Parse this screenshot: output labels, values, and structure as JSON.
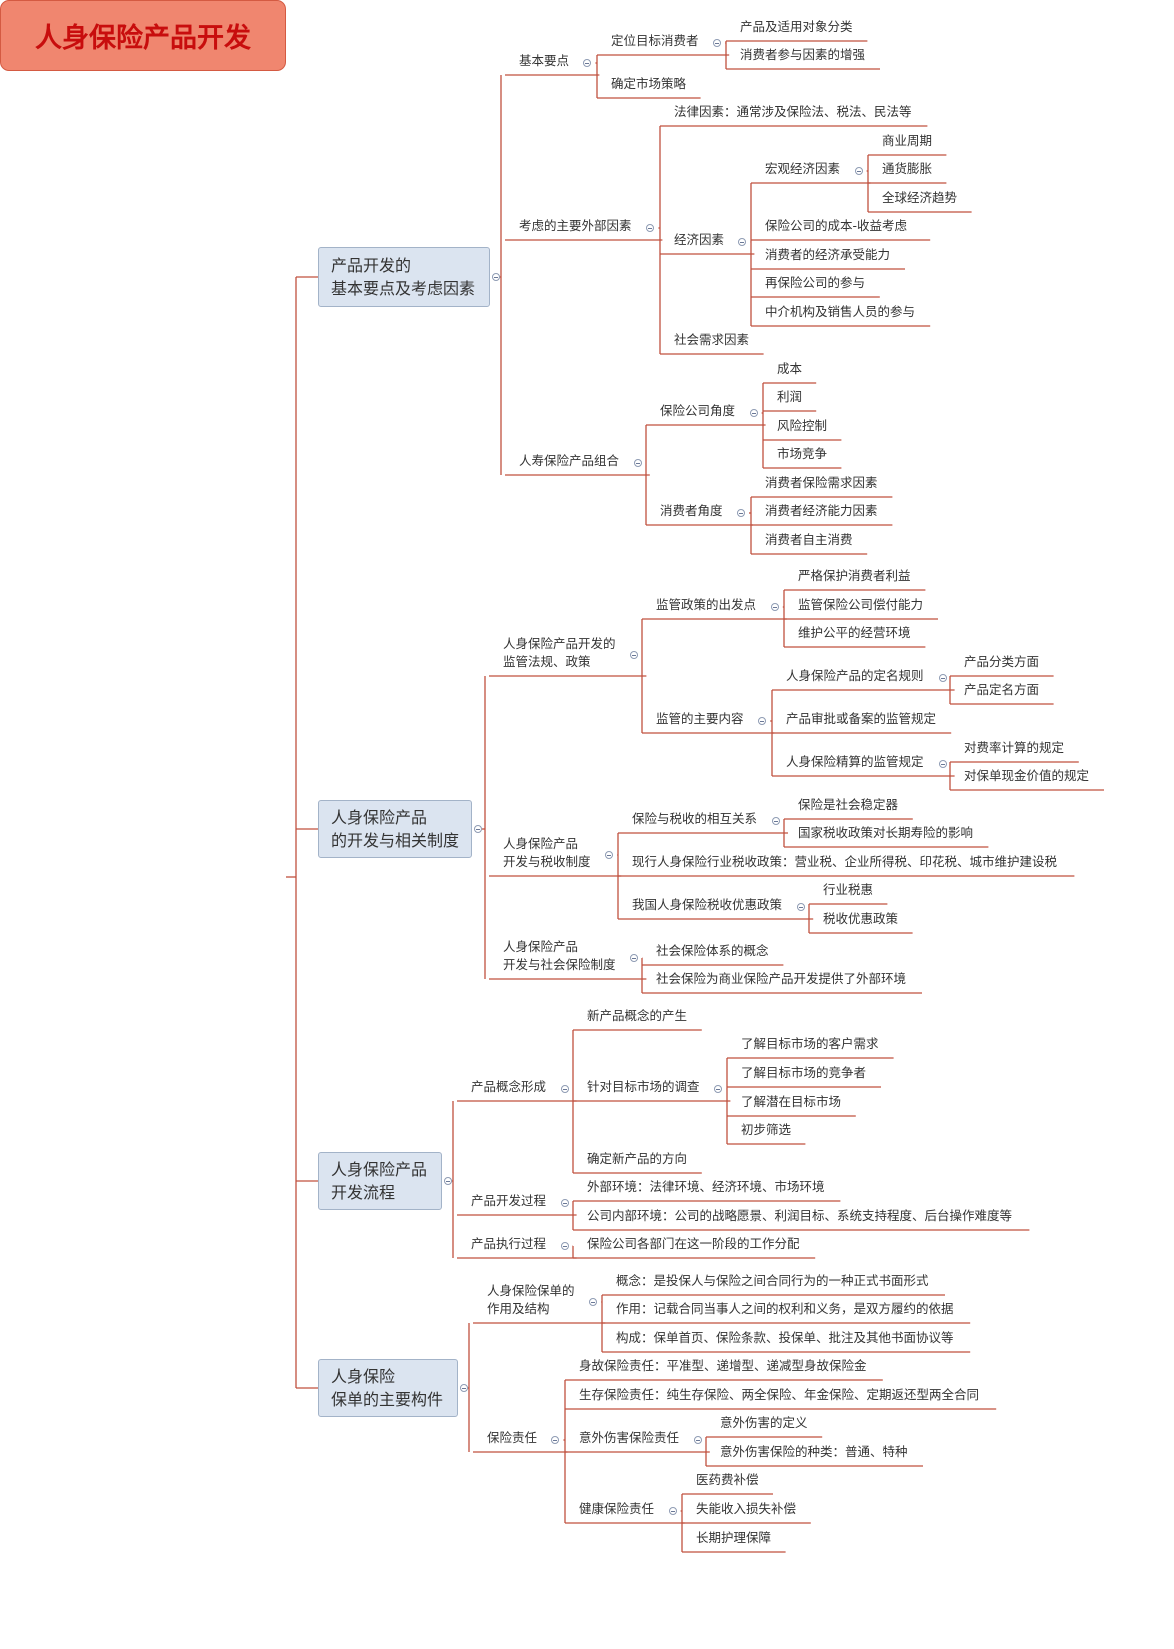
{
  "root": {
    "label": "人身保险产品开发"
  },
  "colors": {
    "line": "#c0503f",
    "root_fill": "#f0866f",
    "root_text": "#c80d0d",
    "topic_fill": "#dbe4f0"
  },
  "topics": [
    {
      "label": "产品开发的\n基本要点及考虑因素",
      "children": [
        {
          "label": "基本要点",
          "children": [
            {
              "label": "定位目标消费者",
              "children": [
                {
                  "label": "产品及适用对象分类"
                },
                {
                  "label": "消费者参与因素的增强"
                }
              ]
            },
            {
              "label": "确定市场策略"
            }
          ]
        },
        {
          "label": "考虑的主要外部因素",
          "children": [
            {
              "label": "法律因素：通常涉及保险法、税法、民法等"
            },
            {
              "label": "经济因素",
              "children": [
                {
                  "label": "宏观经济因素",
                  "children": [
                    {
                      "label": "商业周期"
                    },
                    {
                      "label": "通货膨胀"
                    },
                    {
                      "label": "全球经济趋势"
                    }
                  ]
                },
                {
                  "label": "保险公司的成本-收益考虑"
                },
                {
                  "label": "消费者的经济承受能力"
                },
                {
                  "label": "再保险公司的参与"
                },
                {
                  "label": "中介机构及销售人员的参与"
                }
              ]
            },
            {
              "label": "社会需求因素"
            }
          ]
        },
        {
          "label": "人寿保险产品组合",
          "children": [
            {
              "label": "保险公司角度",
              "children": [
                {
                  "label": "成本"
                },
                {
                  "label": "利润"
                },
                {
                  "label": "风险控制"
                },
                {
                  "label": "市场竞争"
                }
              ]
            },
            {
              "label": "消费者角度",
              "children": [
                {
                  "label": "消费者保险需求因素"
                },
                {
                  "label": "消费者经济能力因素"
                },
                {
                  "label": "消费者自主消费"
                }
              ]
            }
          ]
        }
      ]
    },
    {
      "label": "人身保险产品\n的开发与相关制度",
      "children": [
        {
          "label": "人身保险产品开发的\n监管法规、政策",
          "children": [
            {
              "label": "监管政策的出发点",
              "children": [
                {
                  "label": "严格保护消费者利益"
                },
                {
                  "label": "监管保险公司偿付能力"
                },
                {
                  "label": "维护公平的经营环境"
                }
              ]
            },
            {
              "label": "监管的主要内容",
              "children": [
                {
                  "label": "人身保险产品的定名规则",
                  "children": [
                    {
                      "label": "产品分类方面"
                    },
                    {
                      "label": "产品定名方面"
                    }
                  ]
                },
                {
                  "label": "产品审批或备案的监管规定"
                },
                {
                  "label": "人身保险精算的监管规定",
                  "children": [
                    {
                      "label": "对费率计算的规定"
                    },
                    {
                      "label": "对保单现金价值的规定"
                    }
                  ]
                }
              ]
            }
          ]
        },
        {
          "label": "人身保险产品\n开发与税收制度",
          "children": [
            {
              "label": "保险与税收的相互关系",
              "children": [
                {
                  "label": "保险是社会稳定器"
                },
                {
                  "label": "国家税收政策对长期寿险的影响"
                }
              ]
            },
            {
              "label": "现行人身保险行业税收政策：营业税、企业所得税、印花税、城市维护建设税"
            },
            {
              "label": "我国人身保险税收优惠政策",
              "children": [
                {
                  "label": "行业税惠"
                },
                {
                  "label": "税收优惠政策"
                }
              ]
            }
          ]
        },
        {
          "label": "人身保险产品\n开发与社会保险制度",
          "children": [
            {
              "label": "社会保险体系的概念"
            },
            {
              "label": "社会保险为商业保险产品开发提供了外部环境"
            }
          ]
        }
      ]
    },
    {
      "label": "人身保险产品\n开发流程",
      "children": [
        {
          "label": "产品概念形成",
          "children": [
            {
              "label": "新产品概念的产生"
            },
            {
              "label": "针对目标市场的调查",
              "children": [
                {
                  "label": "了解目标市场的客户需求"
                },
                {
                  "label": "了解目标市场的竞争者"
                },
                {
                  "label": "了解潜在目标市场"
                },
                {
                  "label": "初步筛选"
                }
              ]
            },
            {
              "label": "确定新产品的方向"
            }
          ]
        },
        {
          "label": "产品开发过程",
          "children": [
            {
              "label": "外部环境：法律环境、经济环境、市场环境"
            },
            {
              "label": "公司内部环境：公司的战略愿景、利润目标、系统支持程度、后台操作难度等"
            }
          ]
        },
        {
          "label": "产品执行过程",
          "children": [
            {
              "label": "保险公司各部门在这一阶段的工作分配"
            }
          ]
        }
      ]
    },
    {
      "label": "人身保险\n保单的主要构件",
      "children": [
        {
          "label": "人身保险保单的\n作用及结构",
          "children": [
            {
              "label": "概念：是投保人与保险之间合同行为的一种正式书面形式"
            },
            {
              "label": "作用：记载合同当事人之间的权利和义务，是双方履约的依据"
            },
            {
              "label": "构成：保单首页、保险条款、投保单、批注及其他书面协议等"
            }
          ]
        },
        {
          "label": "保险责任",
          "children": [
            {
              "label": "身故保险责任：平准型、递增型、递减型身故保险金"
            },
            {
              "label": "生存保险责任：纯生存保险、两全保险、年金保险、定期返还型两全合同"
            },
            {
              "label": "意外伤害保险责任",
              "children": [
                {
                  "label": "意外伤害的定义"
                },
                {
                  "label": "意外伤害保险的种类：普通、特种"
                }
              ]
            },
            {
              "label": "健康保险责任",
              "children": [
                {
                  "label": "医药费补偿"
                },
                {
                  "label": "失能收入损失补偿"
                },
                {
                  "label": "长期护理保障"
                }
              ]
            }
          ]
        }
      ]
    }
  ]
}
